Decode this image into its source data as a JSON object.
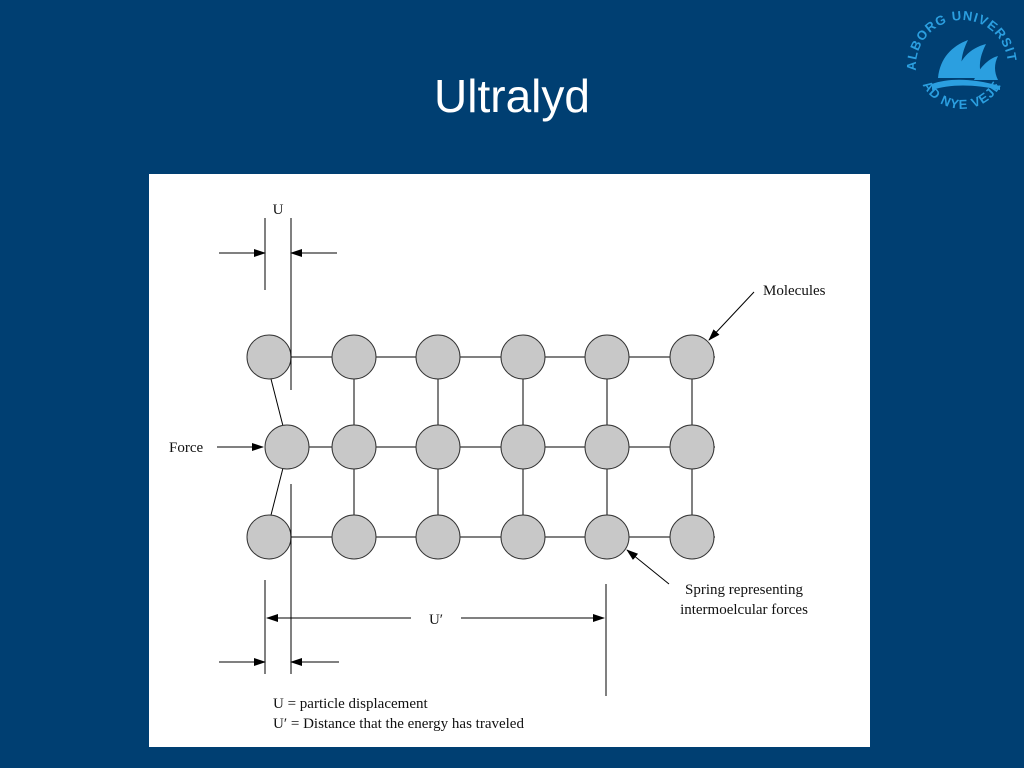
{
  "slide": {
    "title": "Ultralyd",
    "background_color": "#003f72",
    "title_color": "#ffffff"
  },
  "logo": {
    "icon": "university-seal-icon",
    "text_top": "AALBORG UNIVERSITET",
    "text_bottom": "AD NYE VEJE",
    "color": "#2b9fe0"
  },
  "diagram": {
    "label_u": "U",
    "label_u_prime": "U′",
    "label_molecules": "Molecules",
    "label_force": "Force",
    "label_spring_line1": "Spring representing",
    "label_spring_line2": "intermoelcular forces",
    "legend_line1": "U = particle displacement",
    "legend_line2": "U′ = Distance that the energy has traveled",
    "molecule_fill": "#c8c8c8"
  }
}
